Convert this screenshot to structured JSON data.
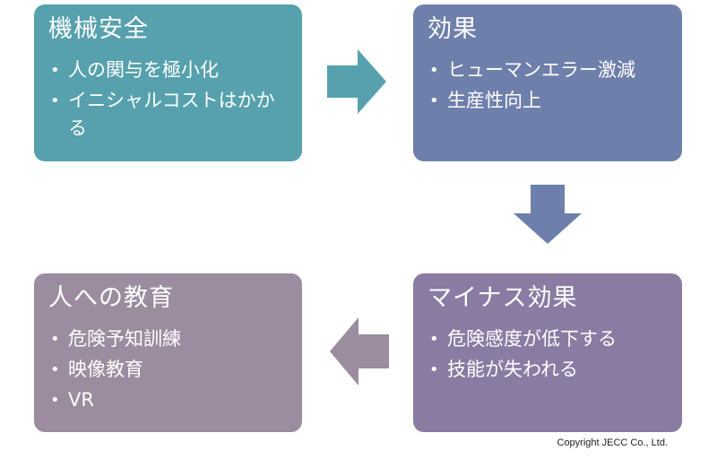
{
  "boxes": {
    "machine_safety": {
      "title": "機械安全",
      "items": [
        "人の関与を極小化",
        "イニシャルコストはかかる"
      ]
    },
    "effect": {
      "title": "効果",
      "items": [
        "ヒューマンエラー激減",
        "生産性向上"
      ]
    },
    "minus_effect": {
      "title": "マイナス効果",
      "items": [
        "危険感度が低下する",
        "技能が失われる"
      ]
    },
    "human_education": {
      "title": "人への教育",
      "items": [
        "危険予知訓練",
        "映像教育",
        "VR"
      ]
    }
  },
  "bullet": "•",
  "colors": {
    "machine_safety": "#56a1ad",
    "effect": "#6e7fab",
    "minus_effect": "#8a7ba3",
    "human_education": "#9b8c9f",
    "arrow_right": "#56a1ad",
    "arrow_down": "#6e7fab",
    "arrow_left": "#9b8c9f"
  },
  "copyright": "Copyright JECC Co., Ltd."
}
